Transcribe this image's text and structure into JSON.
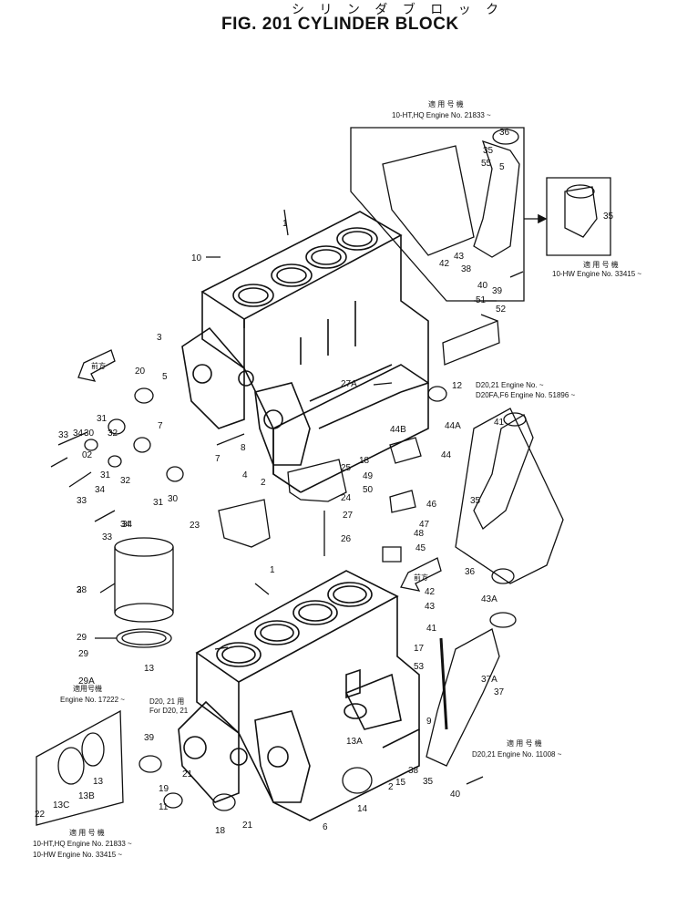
{
  "header": {
    "japanese_title": "シ リ ン ダ ブ ロ ッ ク",
    "title": "FIG. 201  CYLINDER BLOCK"
  },
  "notes": {
    "top_applicable_jp": "適 用 号 機",
    "top_applicable": "10-HT,HQ  Engine No. 21833 ~",
    "right_applicable_jp": "適 用 号 機",
    "right_applicable": "10-HW  Engine No. 33415 ~",
    "d20_line1": "D20,21           Engine No.          ~",
    "d20_line2": "D20FA,F6  Engine No. 51896 ~",
    "left_applicable_jp": "適用号機",
    "left_applicable": "Engine No. 17222 ~",
    "d20_box": "D20, 21 用\nFor D20, 21",
    "bottom_right_jp": "適 用 号 機",
    "bottom_right": "D20,21  Engine No. 11008 ~",
    "bottom_left_jp": "適 用 号 機",
    "bottom_left_1": "10-HT,HQ   Engine No. 21833 ~",
    "bottom_left_2": "10-HW         Engine No. 33415 ~",
    "front_label_top": "前方",
    "front_label_bottom": "前方"
  },
  "part_numbers": {
    "top": [
      "10",
      "1",
      "36",
      "35",
      "55",
      "5",
      "43",
      "42",
      "38",
      "40",
      "39",
      "35",
      "51",
      "52",
      "3",
      "20",
      "5",
      "7",
      "27A",
      "12",
      "31",
      "30",
      "32",
      "34",
      "33",
      "02",
      "31",
      "34",
      "32",
      "30",
      "31",
      "33",
      "34",
      "33",
      "34",
      "7",
      "8",
      "4",
      "2",
      "25",
      "24",
      "27",
      "26",
      "23",
      "18",
      "44B",
      "44A",
      "44",
      "49",
      "50",
      "46",
      "47",
      "48",
      "45",
      "41",
      "35"
    ],
    "bottom": [
      "28",
      "29",
      "29",
      "29A",
      "13",
      "1",
      "36",
      "42",
      "43",
      "43A",
      "41",
      "17",
      "53",
      "37A",
      "37",
      "9",
      "15",
      "2",
      "38",
      "35",
      "40",
      "39",
      "21",
      "19",
      "11",
      "18",
      "21",
      "6",
      "14",
      "22",
      "13C",
      "13B",
      "13",
      "13A",
      "3"
    ]
  }
}
